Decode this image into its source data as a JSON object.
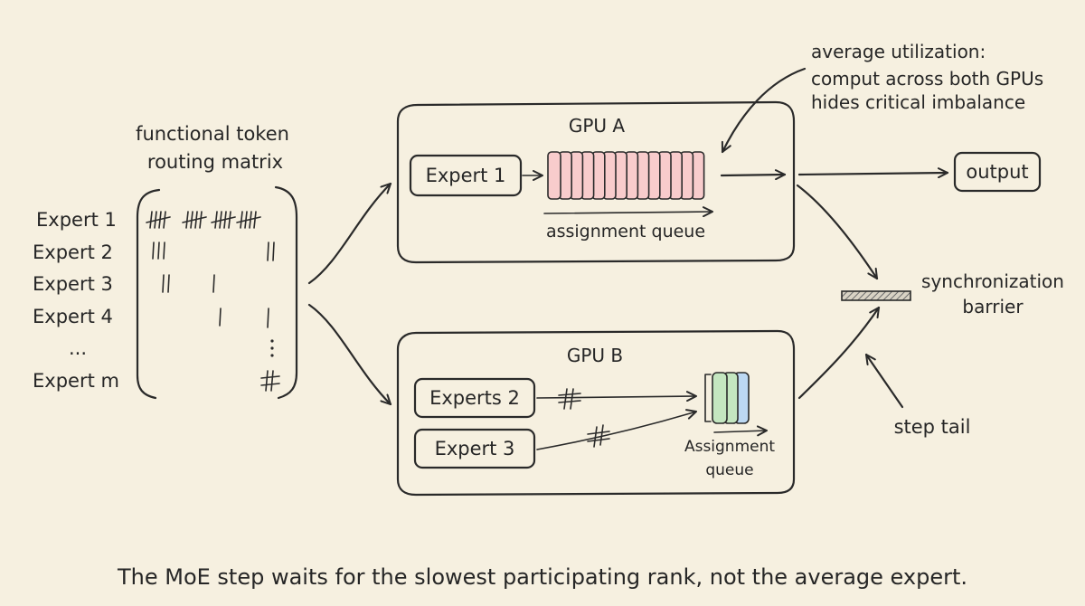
{
  "matrix": {
    "title_line1": "functional token",
    "title_line2": "routing matrix",
    "row_labels": [
      "Expert 1",
      "Expert 2",
      "Expert 3",
      "Expert 4",
      "...",
      "Expert m"
    ]
  },
  "gpu_a": {
    "title": "GPU A",
    "expert_label": "Expert 1",
    "queue_label": "assignment queue",
    "expert_color": "#f6c4c4",
    "queue_color": "#f8cccc"
  },
  "gpu_b": {
    "title": "GPU B",
    "expert_labels": [
      "Experts 2",
      "Expert 3"
    ],
    "queue_label_line1": "Assignment",
    "queue_label_line2": "queue",
    "expert_colors": [
      "#c4e6c0",
      "#bcd8f2"
    ]
  },
  "output": {
    "label": "output",
    "color": "#cdd2d8"
  },
  "annotation": {
    "line1": "average utilization:",
    "line2": "comput across both GPUs",
    "line3": "hides critical imbalance"
  },
  "barrier": {
    "line1": "synchronization",
    "line2": "barrier"
  },
  "step_tail": {
    "label": "step tail"
  },
  "caption": "The MoE step waits for the slowest participating rank, not the average expert."
}
